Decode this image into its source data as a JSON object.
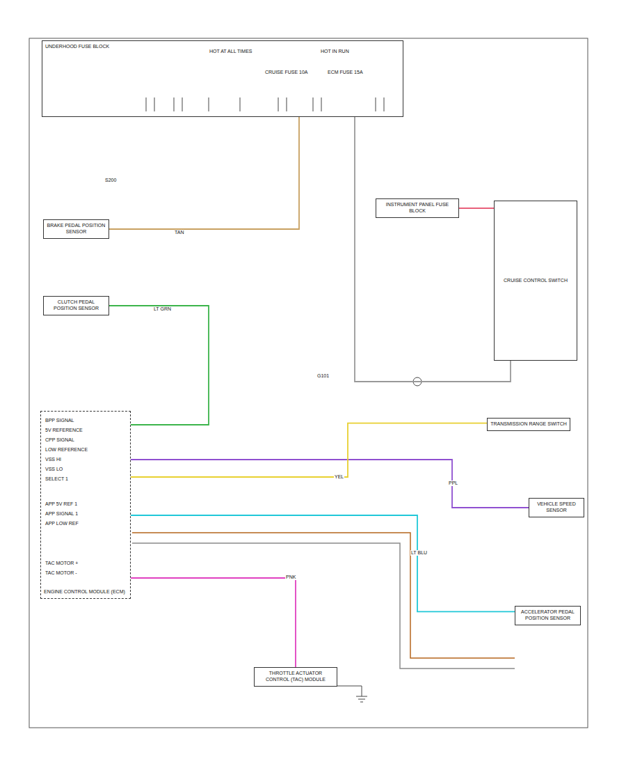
{
  "diagram": {
    "nodes": [
      {
        "text": [
          "UNDERHOOD FUSE BLOCK"
        ]
      },
      {
        "text": [
          "BRAKE PEDAL POSITION SENSOR"
        ]
      },
      {
        "text": [
          "CLUTCH PEDAL POSITION SENSOR"
        ]
      },
      {
        "text": [
          "ENGINE CONTROL MODULE (ECM)"
        ]
      },
      {
        "text": [
          "CRUISE CONTROL SWITCH"
        ]
      },
      {
        "text": [
          "TRANSMISSION RANGE SWITCH"
        ]
      },
      {
        "text": [
          "VEHICLE SPEED SENSOR"
        ]
      },
      {
        "text": [
          "THROTTLE ACTUATOR CONTROL (TAC) MODULE"
        ]
      },
      {
        "text": [
          "ACCELERATOR PEDAL POSITION SENSOR"
        ]
      },
      {
        "text": [
          "INSTRUMENT PANEL FUSE BLOCK"
        ]
      }
    ],
    "edges": [
      {
        "from": 1,
        "to": 0,
        "arrow": "none"
      },
      {
        "from": 2,
        "to": 3,
        "arrow": "none"
      },
      {
        "from": 7,
        "to": 3,
        "arrow": "none"
      },
      {
        "from": 8,
        "to": 3,
        "arrow": "none"
      },
      {
        "from": 6,
        "to": 3,
        "arrow": "none"
      },
      {
        "from": 5,
        "to": 3,
        "arrow": "none"
      },
      {
        "from": 9,
        "to": 4,
        "arrow": "none"
      },
      {
        "from": 4,
        "to": 0,
        "arrow": "none"
      }
    ],
    "labels": [
      "HOT AT ALL TIMES",
      "HOT IN RUN",
      "CRUISE FUSE 10A",
      "ECM FUSE 15A",
      "BPP SIGNAL",
      "5V REFERENCE",
      "CPP SIGNAL",
      "LOW REFERENCE",
      "VSS HI",
      "VSS LO",
      "SELECT 1",
      "APP 5V REF 1",
      "APP SIGNAL 1",
      "APP LOW REF",
      "TAC MOTOR +",
      "TAC MOTOR -",
      "TAN",
      "LT GRN",
      "PNK",
      "LT BLU",
      "PPL",
      "YEL",
      "G101",
      "S200"
    ]
  }
}
